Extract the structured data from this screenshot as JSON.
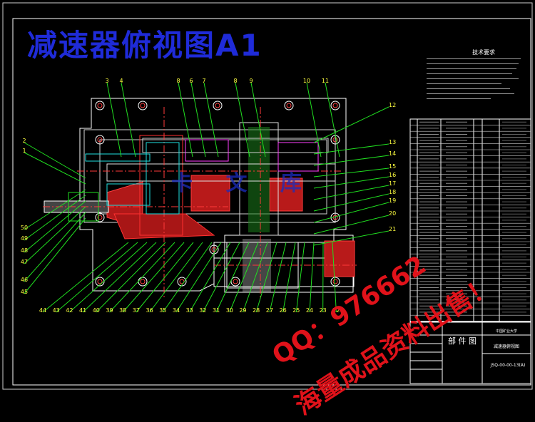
{
  "drawing_title": "减速器俯视图A1",
  "watermark": {
    "qq": "QQ：976662",
    "slogan": "海量成品资料出售！",
    "blurred": "卡  文  库"
  },
  "technical_requirements": {
    "title": "技术要求",
    "line_count": 9
  },
  "title_block": {
    "drawing_type": "部  件  图",
    "name": "减速器俯视图",
    "drawing_number": "JSQ-00-00-13(A)",
    "school": "中国矿业大学",
    "bom_rows": 33
  },
  "balloons_top": [
    "3",
    "4",
    "8",
    "6",
    "7",
    "8",
    "9",
    "10",
    "11"
  ],
  "balloons_right": [
    "12",
    "13",
    "14",
    "15",
    "16",
    "17",
    "18",
    "19",
    "20",
    "21"
  ],
  "balloons_left": [
    "2",
    "1",
    "50",
    "49",
    "48",
    "47",
    "46",
    "45"
  ],
  "balloons_bottom": [
    "44",
    "43",
    "42",
    "41",
    "40",
    "39",
    "38",
    "37",
    "36",
    "35",
    "34",
    "33",
    "32",
    "31",
    "30",
    "29",
    "28",
    "27",
    "26",
    "25",
    "24",
    "23",
    "22"
  ],
  "colors": {
    "background": "#000000",
    "outline": "#ffffff",
    "gear": "#ff2020",
    "shaft": "#e0e0e0",
    "hatch": "#ff3030",
    "centerline": "#ff3a3a",
    "leader": "#20e020",
    "balloon_text": "#ffff40",
    "title": "#1f2bd8",
    "watermark": "#e0121a",
    "cyan": "#20e0e0",
    "magenta": "#ff40ff"
  }
}
